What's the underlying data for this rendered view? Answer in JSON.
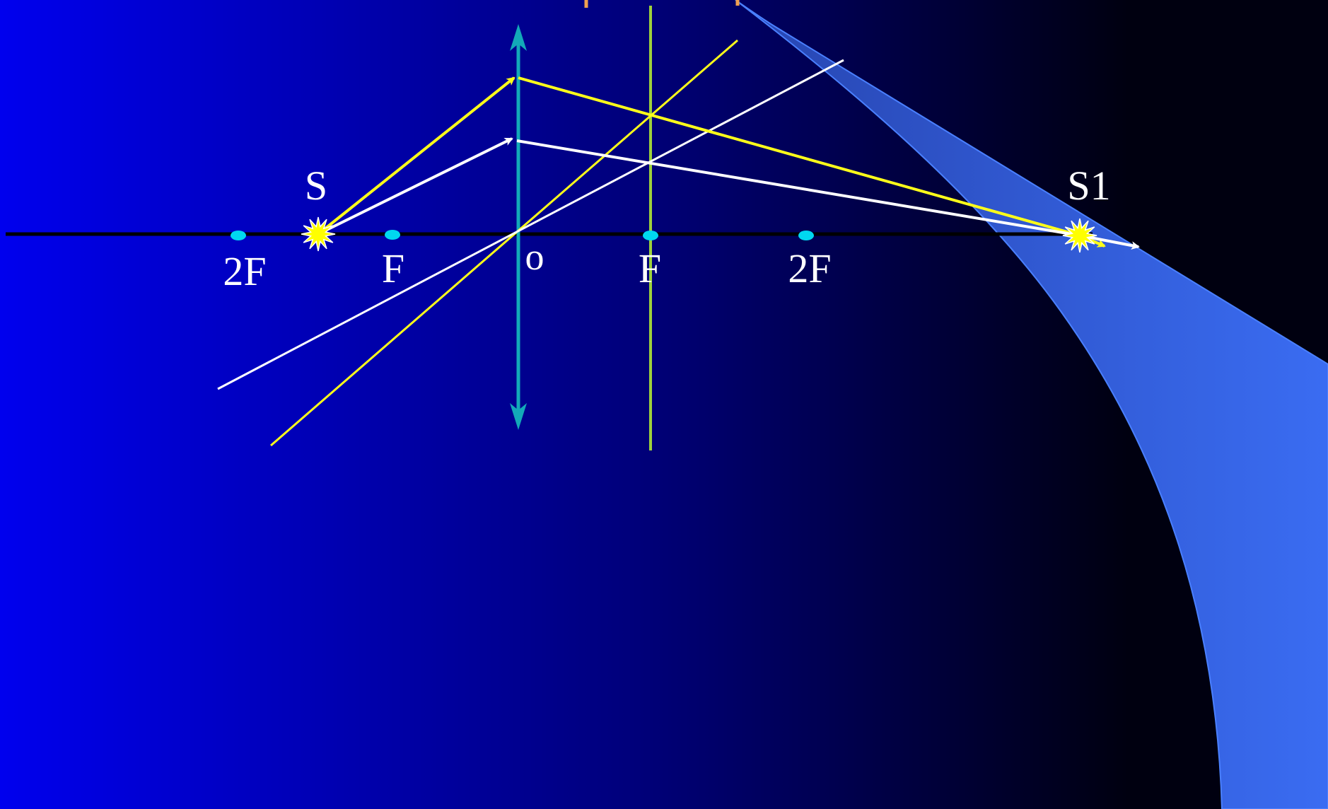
{
  "diagram": {
    "labels": {
      "source": "S",
      "image": "S1",
      "left_2f": "2F",
      "left_f": "F",
      "optical_center": "o",
      "right_f": "F",
      "right_2f": "2F"
    },
    "colors": {
      "background_left": "#0000ee",
      "background_mid": "#00007a",
      "background_right": "#000010",
      "decor_band": "#3a6cf2",
      "principal_axis": "#000000",
      "lens": "#13a9b8",
      "focal_plane_line": "#9ed23c",
      "ray_yellow": "#ffff1a",
      "ray_white": "#ffffff",
      "focus_point": "#00d8f0",
      "star_source": "#ffff00",
      "top_marks": "#f0a050"
    },
    "elements": {
      "lens_type": "convex-lens",
      "source_icon": "star-burst-icon",
      "image_icon": "star-burst-icon"
    }
  }
}
